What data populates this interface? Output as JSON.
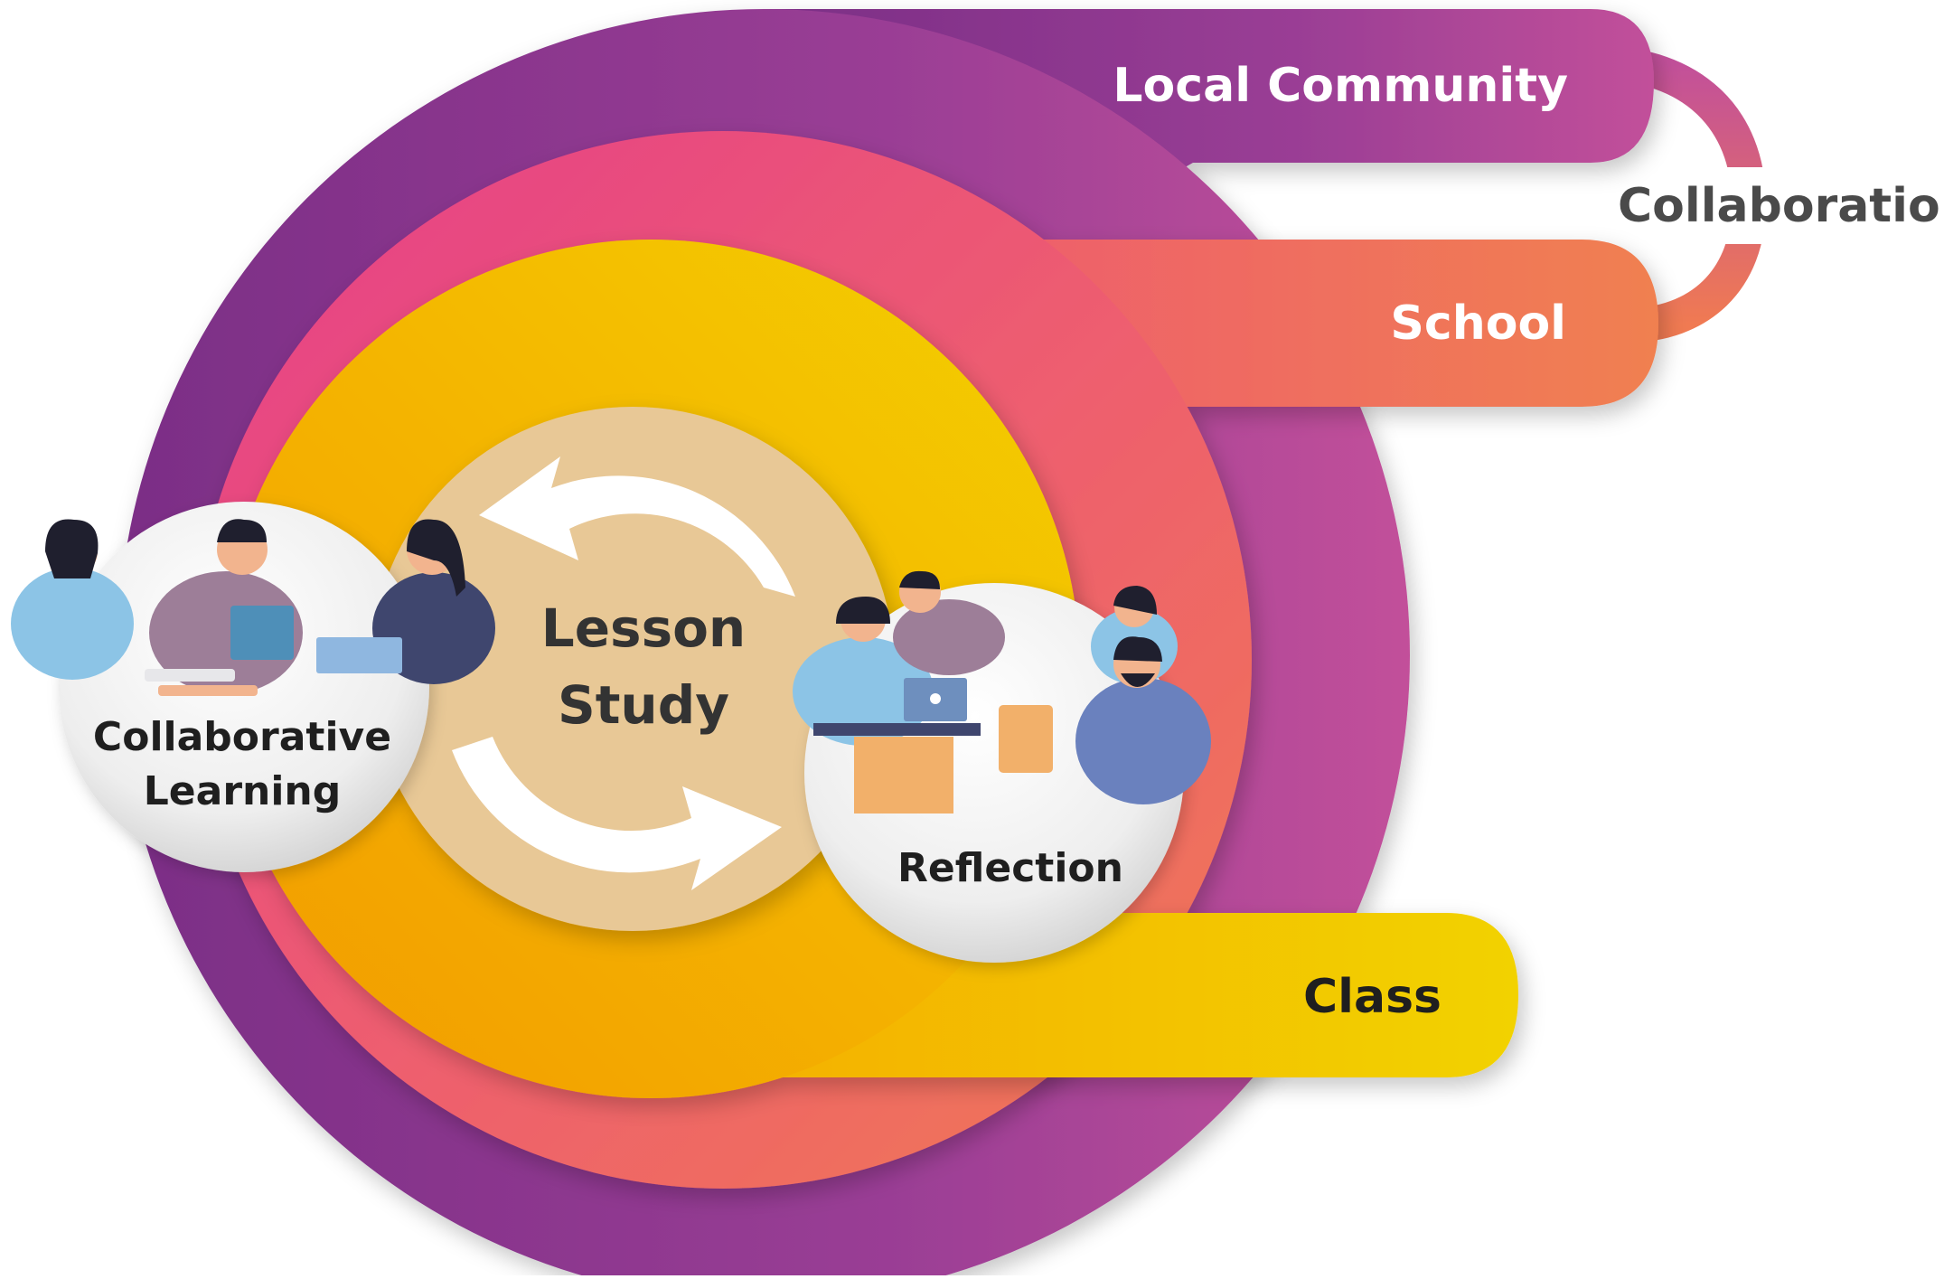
{
  "labels": {
    "local_community": "Local Community",
    "collaboration": "Collaboration",
    "school": "School",
    "class": "Class",
    "lesson": "Lesson",
    "study": "Study",
    "collaborative": "Collaborative",
    "learning": "Learning",
    "reflection": "Reflection"
  },
  "colors": {
    "purple": "#8A3A8E",
    "pink": "#E8447E",
    "coral": "#F06A5E",
    "yellow": "#F2C200",
    "orange": "#F4A300",
    "tan": "#E6C590",
    "label_light": "#ffffff",
    "label_dark": "#2b2b2b"
  },
  "icons": {
    "cycle": "cycle-arrows-icon",
    "group_left": "people-collaborating-illustration",
    "group_right": "people-reflecting-illustration"
  }
}
